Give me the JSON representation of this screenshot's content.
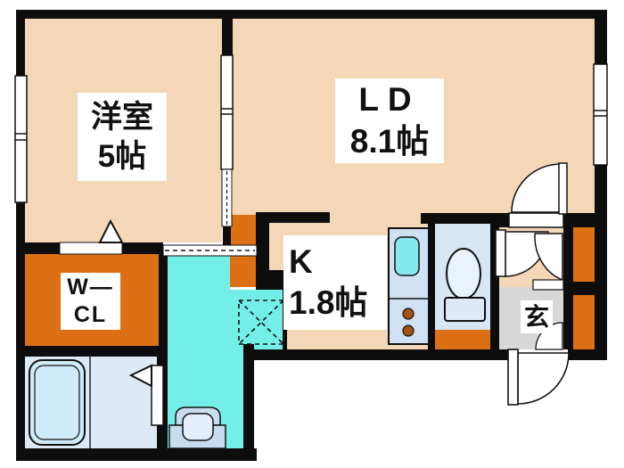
{
  "plan": {
    "rooms": {
      "western_room": {
        "name": "洋室",
        "size": "5帖"
      },
      "living_dining": {
        "name": "LD",
        "size": "8.1帖"
      },
      "kitchen": {
        "name": "K",
        "size": "1.8帖"
      },
      "walk_in_closet": {
        "line1": "W―",
        "line2": "CL"
      },
      "entrance": {
        "name": "玄"
      }
    },
    "fixtures": {
      "bathtub": "bathtub",
      "washbasin": "washbasin",
      "toilet": "toilet",
      "kitchen_sink": "kitchen-sink",
      "stove": "stove-burners",
      "washing_machine_space": "washing-machine-space"
    },
    "colors": {
      "wall": "#0d0d0d",
      "room_floor": "#f4d7b6",
      "accent_orange": "#dd7014",
      "washroom_cyan": "#74efe7",
      "bathroom_blue": "#dde9f6",
      "fixture_blue": "#cfe1f3",
      "sink_cyan": "#85e9ef",
      "toilet_floor_blue": "#d6e6f5",
      "genkan_gray": "#d8d8d8",
      "burner_brown": "#a0540e"
    }
  }
}
